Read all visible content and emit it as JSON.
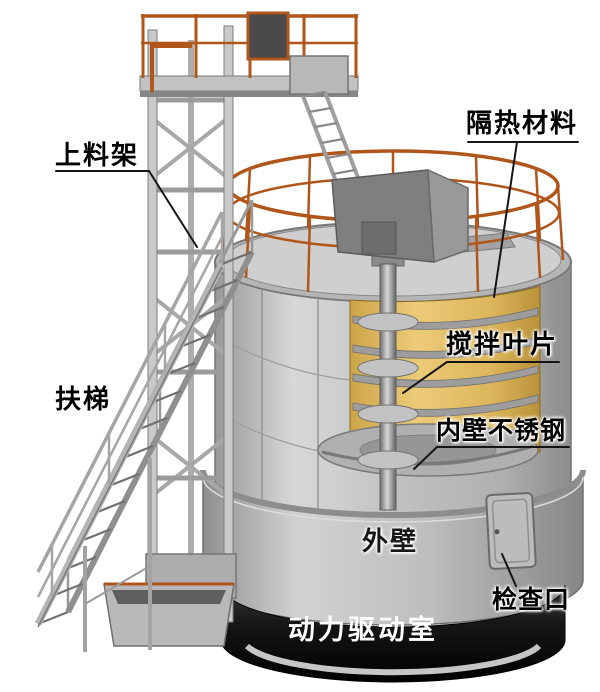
{
  "labels": {
    "feeding_frame": "上料架",
    "insulation": "隔热材料",
    "mixing_blade": "搅拌叶片",
    "inner_wall": "内壁不锈钢",
    "ladder": "扶梯",
    "outer_wall": "外壁",
    "inspection_port": "检查口",
    "drive_room": "动力驱动室"
  },
  "colors": {
    "background": "#ffffff",
    "railing_orange": "#b0561b",
    "insulation_yellow": "#e2bd62",
    "steel_light": "#c9c9c9",
    "steel_dark": "#8d8d8d",
    "base_black": "#141414",
    "label_text": "#000000",
    "drive_room_text": "#ffffff"
  }
}
